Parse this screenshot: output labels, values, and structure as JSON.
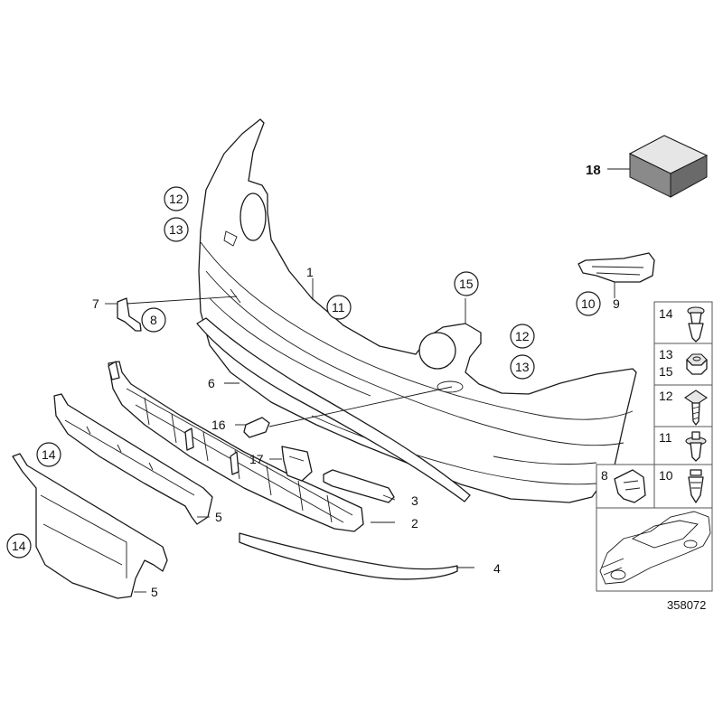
{
  "document_number": "358072",
  "callouts": {
    "c1": "1",
    "c2": "2",
    "c3": "3",
    "c4": "4",
    "c5a": "5",
    "c5b": "5",
    "c6": "6",
    "c7": "7",
    "c8": "8",
    "c9": "9",
    "c10": "10",
    "c11": "11",
    "c12a": "12",
    "c13a": "13",
    "c12b": "12",
    "c13b": "13",
    "c14a": "14",
    "c14b": "14",
    "c15": "15",
    "c16": "16",
    "c17": "17",
    "c18": "18"
  },
  "legend": {
    "l14": "14",
    "l13": "13",
    "l15": "15",
    "l12": "12",
    "l11": "11",
    "l10": "10",
    "l8": "8"
  }
}
